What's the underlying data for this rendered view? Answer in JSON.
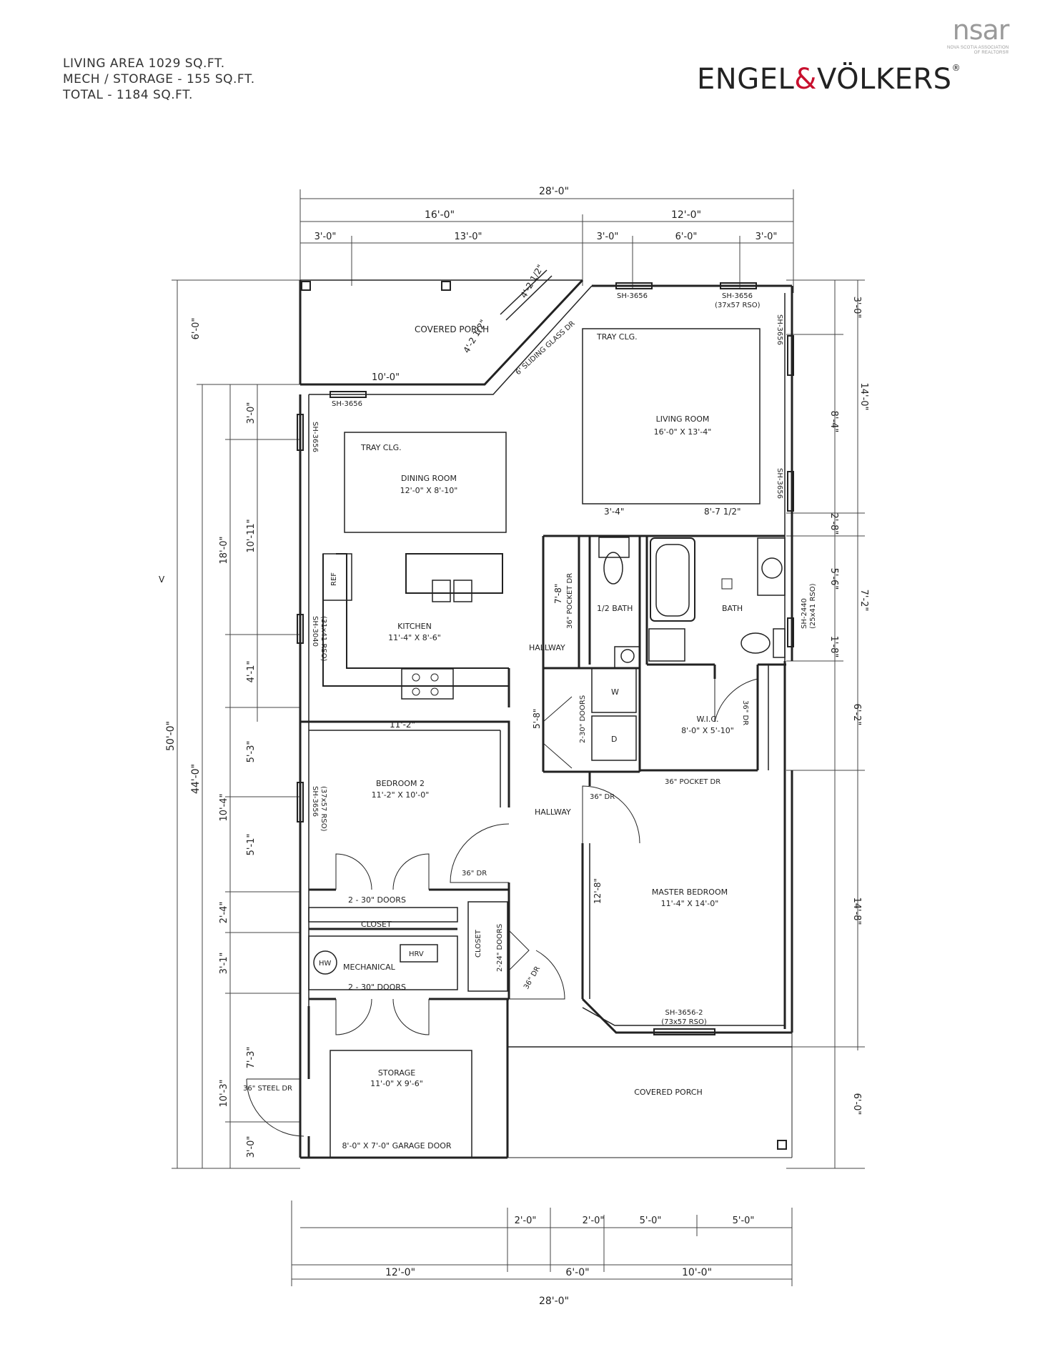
{
  "header": {
    "area_lines": [
      "LIVING AREA 1029 SQ.FT.",
      "MECH / STORAGE - 155 SQ.FT.",
      "TOTAL - 1184 SQ.FT."
    ],
    "brand_left": "ENGEL",
    "brand_amp": "&",
    "brand_right": "VÖLKERS",
    "brand_reg": "®",
    "assoc_logo": "nsar",
    "assoc_line1": "NOVA SCOTIA ASSOCIATION",
    "assoc_line2": "OF REALTORS®"
  },
  "rooms": {
    "covered_porch_top": "COVERED PORCH",
    "tray_clg_living": "TRAY CLG.",
    "living_room": "LIVING ROOM",
    "living_room_dims": "16'-0\" X 13'-4\"",
    "tray_clg_dining": "TRAY CLG.",
    "dining_room": "DINING ROOM",
    "dining_room_dims": "12'-0\" X 8'-10\"",
    "kitchen": "KITCHEN",
    "kitchen_dims": "11'-4\" X 8'-6\"",
    "ref": "REF",
    "half_bath": "1/2 BATH",
    "bath": "BATH",
    "hallway_upper": "HALLWAY",
    "wic": "W.I.C.",
    "wic_dims": "8'-0\" X 5'-10\"",
    "bedroom2": "BEDROOM 2",
    "bedroom2_dims": "11'-2\" X 10'-0\"",
    "hallway_lower": "HALLWAY",
    "master": "MASTER BEDROOM",
    "master_dims": "11'-4\" X 14'-0\"",
    "closet": "CLOSET",
    "closet_small": "CLOSET",
    "mechanical": "MECHANICAL",
    "hw": "HW",
    "hrv": "HRV",
    "storage": "STORAGE",
    "storage_dims": "11'-0\" X 9'-6\"",
    "garage_door": "8'-0\" X 7'-0\" GARAGE DOOR",
    "covered_porch_bottom": "COVERED PORCH",
    "washer": "W",
    "dryer": "D"
  },
  "door_labels": {
    "sliding": "6' SLIDING GLASS DR",
    "pocket_half": "36\" POCKET DR",
    "pocket_wic": "36\" POCKET DR",
    "dr_bath": "36\" DR",
    "dr_hall": "36\" DR",
    "dr_bed2": "36\" DR",
    "dr_closet": "36\" DR",
    "steel": "36\" STEEL DR",
    "bed2_closet_doors": "2 - 30\" DOORS",
    "mech_doors": "2 - 30\" DOORS",
    "laundry_doors": "2-30\" DOORS",
    "hall_closet_doors": "2-24\" DOORS"
  },
  "windows": {
    "w_top1": "SH-3656",
    "w_top2": "SH-3656",
    "w_top2b": "(37x57 RSO)",
    "w_right1": "SH-3656",
    "w_right2": "SH-3656",
    "w_dining_top": "SH-3656",
    "w_dining_left": "SH-3656",
    "w_kitchen": "SH-3040",
    "w_kitchen_b": "(31x41 RSO)",
    "w_bed2": "SH-3656",
    "w_bed2_b": "(37x57 RSO)",
    "w_bath": "SH-2440",
    "w_bath_b": "(25x41 RSO)",
    "w_master": "SH-3656-2",
    "w_master_b": "(73x57 RSO)"
  },
  "dimensions": {
    "top_total": "28'-0\"",
    "top_left": "16'-0\"",
    "top_right": "12'-0\"",
    "top_a": "3'-0\"",
    "top_b": "13'-0\"",
    "top_c": "3'-0\"",
    "top_d": "6'-0\"",
    "top_e": "3'-0\"",
    "bottom_total": "28'-0\"",
    "bottom_a": "12'-0\"",
    "bottom_b": "6'-0\"",
    "bottom_c": "10'-0\"",
    "bottom_d": "2'-0\"",
    "bottom_e": "2'-0\"",
    "bottom_f": "5'-0\"",
    "bottom_g": "5'-0\"",
    "left_total": "50'-0\"",
    "left_44": "44'-0\"",
    "left_porch": "6'-0\"",
    "left_18": "18'-0\"",
    "left_3": "3'-0\"",
    "left_1011": "10'-11\"",
    "left_41": "4'-1\"",
    "left_104": "10'-4\"",
    "left_53": "5'-3\"",
    "left_51": "5'-1\"",
    "left_24": "2'-4\"",
    "left_31": "3'-1\"",
    "left_103": "10'-3\"",
    "left_73": "7'-3\"",
    "left_30": "3'-0\"",
    "right_30": "3'-0\"",
    "right_14": "14'-0\"",
    "right_84": "8'-4\"",
    "right_28": "2'-8\"",
    "right_72": "7'-2\"",
    "right_56": "5'-6\"",
    "right_18": "1'-8\"",
    "right_62": "6'-2\"",
    "right_148": "14'-8\"",
    "right_60": "6'-0\"",
    "porch_10": "10'-0\"",
    "angle_a": "4'-2 1/2\"",
    "angle_b": "4'-2 1/2\"",
    "hall_34": "3'-4\"",
    "hall_87": "8'-7 1/2\"",
    "half_78": "7'-8\"",
    "laundry_58": "5'-8\"",
    "bed2_112": "11'-2\"",
    "master_128": "12'-8\"",
    "tick_v": "V"
  }
}
